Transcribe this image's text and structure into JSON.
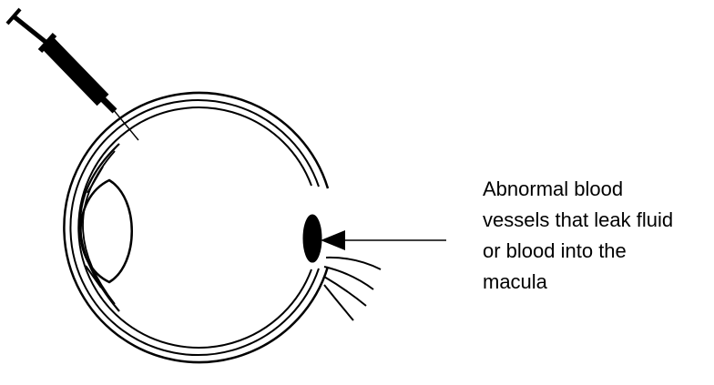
{
  "annotation": {
    "lines": [
      "Abnormal blood",
      "vessels that leak fluid",
      "or blood into the",
      "macula"
    ]
  },
  "icons": [
    "syringe-icon",
    "eye-cross-section-icon",
    "arrow-icon"
  ],
  "colors": {
    "stroke": "#000000",
    "background": "#ffffff"
  }
}
